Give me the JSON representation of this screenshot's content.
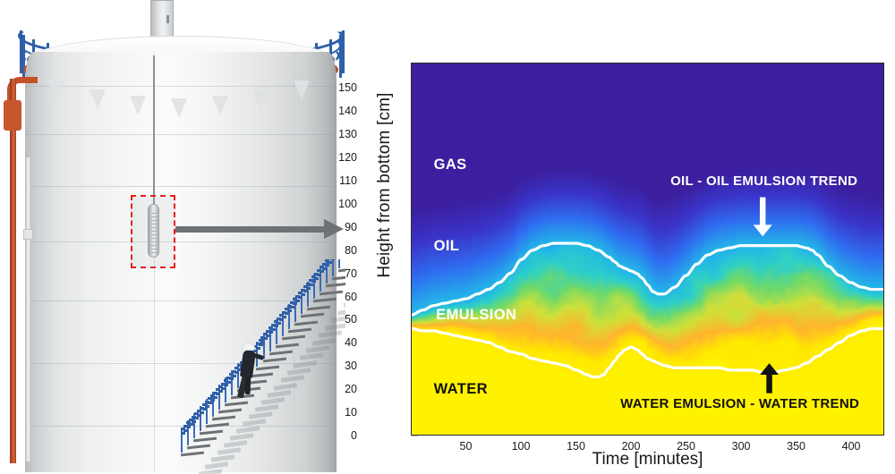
{
  "figure": {
    "left_photo": {
      "alt_name": "oil-storage-tank-photo",
      "callout_note": "sensor probe highlighted by red dashed box"
    }
  },
  "chart_data": {
    "type": "heatmap",
    "title": "",
    "xlabel": "Time [minutes]",
    "ylabel": "Height from bottom [cm]",
    "xlim": [
      0,
      430
    ],
    "ylim": [
      0,
      161
    ],
    "xticks": [
      50,
      100,
      150,
      200,
      250,
      300,
      350,
      400
    ],
    "yticks": [
      0,
      10,
      20,
      30,
      40,
      50,
      60,
      70,
      80,
      90,
      100,
      110,
      120,
      130,
      140,
      150
    ],
    "grid": false,
    "legend_position": "none",
    "colormap": "jet (dark blue -> blue -> cyan -> green -> orange -> yellow)",
    "colormap_stops": [
      "#3b1f9e",
      "#3a34c9",
      "#2f6df0",
      "#23b7e8",
      "#2fd0c6",
      "#6fd96a",
      "#cfe03a",
      "#ffb52e",
      "#ffe800",
      "#fff200"
    ],
    "region_labels": [
      {
        "text": "GAS",
        "x": 20,
        "y": 117,
        "color": "#ffffff"
      },
      {
        "text": "OIL",
        "x": 20,
        "y": 82,
        "color": "#ffffff"
      },
      {
        "text": "EMULSION",
        "x": 22,
        "y": 52,
        "color": "#ffffff"
      },
      {
        "text": "WATER",
        "x": 20,
        "y": 20,
        "color": "#111111"
      }
    ],
    "annotations": [
      {
        "text": "OIL - OIL EMULSION TREND",
        "text_x": 320,
        "text_y": 110,
        "arrow_x": 320,
        "arrow_from_y": 103,
        "arrow_to_y": 86,
        "arrow_direction": "down",
        "color": "#ffffff"
      },
      {
        "text": "WATER EMULSION - WATER TREND",
        "text_x": 298,
        "text_y": 14,
        "arrow_x": 326,
        "arrow_from_y": 18,
        "arrow_to_y": 31,
        "arrow_direction": "up",
        "color": "#111111"
      }
    ],
    "series": [
      {
        "name": "Oil - oil emulsion interface",
        "color": "#ffffff",
        "x": [
          0,
          10,
          20,
          30,
          40,
          50,
          60,
          70,
          80,
          90,
          100,
          110,
          120,
          130,
          140,
          150,
          160,
          170,
          180,
          185,
          190,
          195,
          200,
          205,
          210,
          215,
          220,
          225,
          230,
          240,
          250,
          260,
          270,
          280,
          290,
          300,
          310,
          320,
          330,
          340,
          350,
          360,
          365,
          370,
          380,
          390,
          400,
          410,
          420,
          430
        ],
        "y": [
          52,
          54,
          56,
          57,
          58,
          59,
          61,
          63,
          66,
          70,
          76,
          80,
          82,
          83,
          83,
          83,
          82,
          80,
          77,
          75,
          73,
          72,
          71,
          70,
          68,
          65,
          62,
          61,
          61,
          64,
          69,
          74,
          78,
          80,
          81,
          82,
          82,
          82,
          82,
          82,
          82,
          81,
          80,
          78,
          73,
          69,
          66,
          64,
          63,
          63
        ]
      },
      {
        "name": "Water emulsion - water interface",
        "color": "#ffffff",
        "x": [
          0,
          10,
          20,
          30,
          40,
          50,
          60,
          70,
          80,
          90,
          100,
          110,
          120,
          130,
          140,
          150,
          160,
          165,
          170,
          175,
          180,
          185,
          190,
          195,
          200,
          205,
          210,
          215,
          220,
          225,
          230,
          240,
          250,
          260,
          270,
          280,
          290,
          300,
          310,
          320,
          330,
          340,
          350,
          360,
          370,
          380,
          390,
          400,
          410,
          420,
          430
        ],
        "y": [
          46,
          45,
          45,
          44,
          43,
          42,
          41,
          40,
          38,
          36,
          35,
          33,
          32,
          31,
          30,
          28,
          26,
          25,
          25,
          26,
          29,
          32,
          35,
          37,
          38,
          37,
          35,
          33,
          32,
          31,
          30,
          29,
          29,
          29,
          29,
          29,
          28,
          28,
          28,
          27,
          27,
          28,
          29,
          31,
          34,
          37,
          40,
          43,
          45,
          46,
          46
        ]
      }
    ],
    "description": "Interface levels over time inside a storage tank: gas above oil, oil above emulsion, emulsion above water."
  }
}
